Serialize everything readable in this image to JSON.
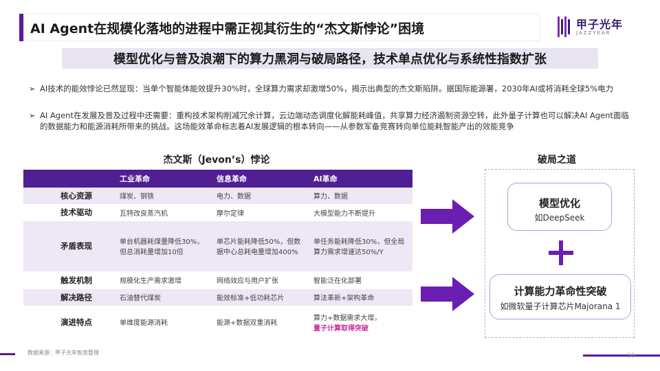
{
  "header": {
    "title": "AI Agent在规模化落地的进程中需正视其衍生的“杰文斯悖论”困境",
    "logo_cn": "甲子光年",
    "logo_en": "JAZZYEAR"
  },
  "subtitle": "模型优化与普及浪潮下的算力黑洞与破局路径，技术单点优化与系统性指数扩张",
  "bullets": [
    "AI技术的能效悖论已然显现：当单个智能体能效提升30%时，全球算力需求却激增50%，揭示出典型的杰文斯陷阱。据国际能源署，2030年AI或将消耗全球5%电力",
    "AI Agent在发展及普及过程中还需要：重构技术架构削减冗余计算，云边端动态调度化解能耗峰值，共享算力经济遏制资源空转，此外量子计算也可以解决AI Agent面临的数据能力和能源消耗所带来的挑战。这场能效革命标志着AI发展逻辑的根本转向——从参数军备竞赛转向单位能耗智能产出的效能竞争"
  ],
  "table": {
    "title": "杰文斯（Jevon’s）悖论",
    "columns": [
      "",
      "工业革命",
      "信息革命",
      "AI革命"
    ],
    "rows": [
      {
        "label": "核心资源",
        "cells": [
          "煤炭、钢铁",
          "电力、数据",
          "算力、数据"
        ]
      },
      {
        "label": "技术驱动",
        "cells": [
          "瓦特改良蒸汽机",
          "摩尔定律",
          "大模型能力不断提升"
        ]
      },
      {
        "label": "矛盾表现",
        "cells": [
          "单台机器耗煤量降低30%，但总消耗量增加10倍",
          "单芯片能耗降低50%，但数据中心总耗电量增加400%",
          "单任务能耗降低30%，但全局算力需求增速达50%/Y"
        ]
      },
      {
        "label": "触发机制",
        "cells": [
          "规模化生产需求激增",
          "网络效应与用户扩张",
          "智能泛在化部署"
        ]
      },
      {
        "label": "解决路径",
        "cells": [
          "石油替代煤炭",
          "能效标准+低功耗芯片",
          "算法革新+架构革命"
        ]
      },
      {
        "label": "演进特点",
        "cells": [
          "单维度能源消耗",
          "能源+数据双重消耗",
          "算力+数据需求大增，"
        ],
        "highlight": "量子计算取得突破"
      }
    ]
  },
  "right_panel": {
    "title": "破局之道",
    "solution1": {
      "heading": "模型优化",
      "sub": "如DeepSeek"
    },
    "solution2": {
      "heading": "计算能力革命性突破",
      "sub": "如微软量子计算芯片Majorana 1"
    }
  },
  "footer": {
    "source": "数据来源：甲子光年智库整理",
    "page": "16"
  },
  "colors": {
    "primary_purple": "#5b1a9e",
    "table_header": "#4f1f94",
    "row_tint": "#ede7f6",
    "subtitle_bg": "#e9e4f2",
    "highlight_pink": "#cc2f9e"
  }
}
